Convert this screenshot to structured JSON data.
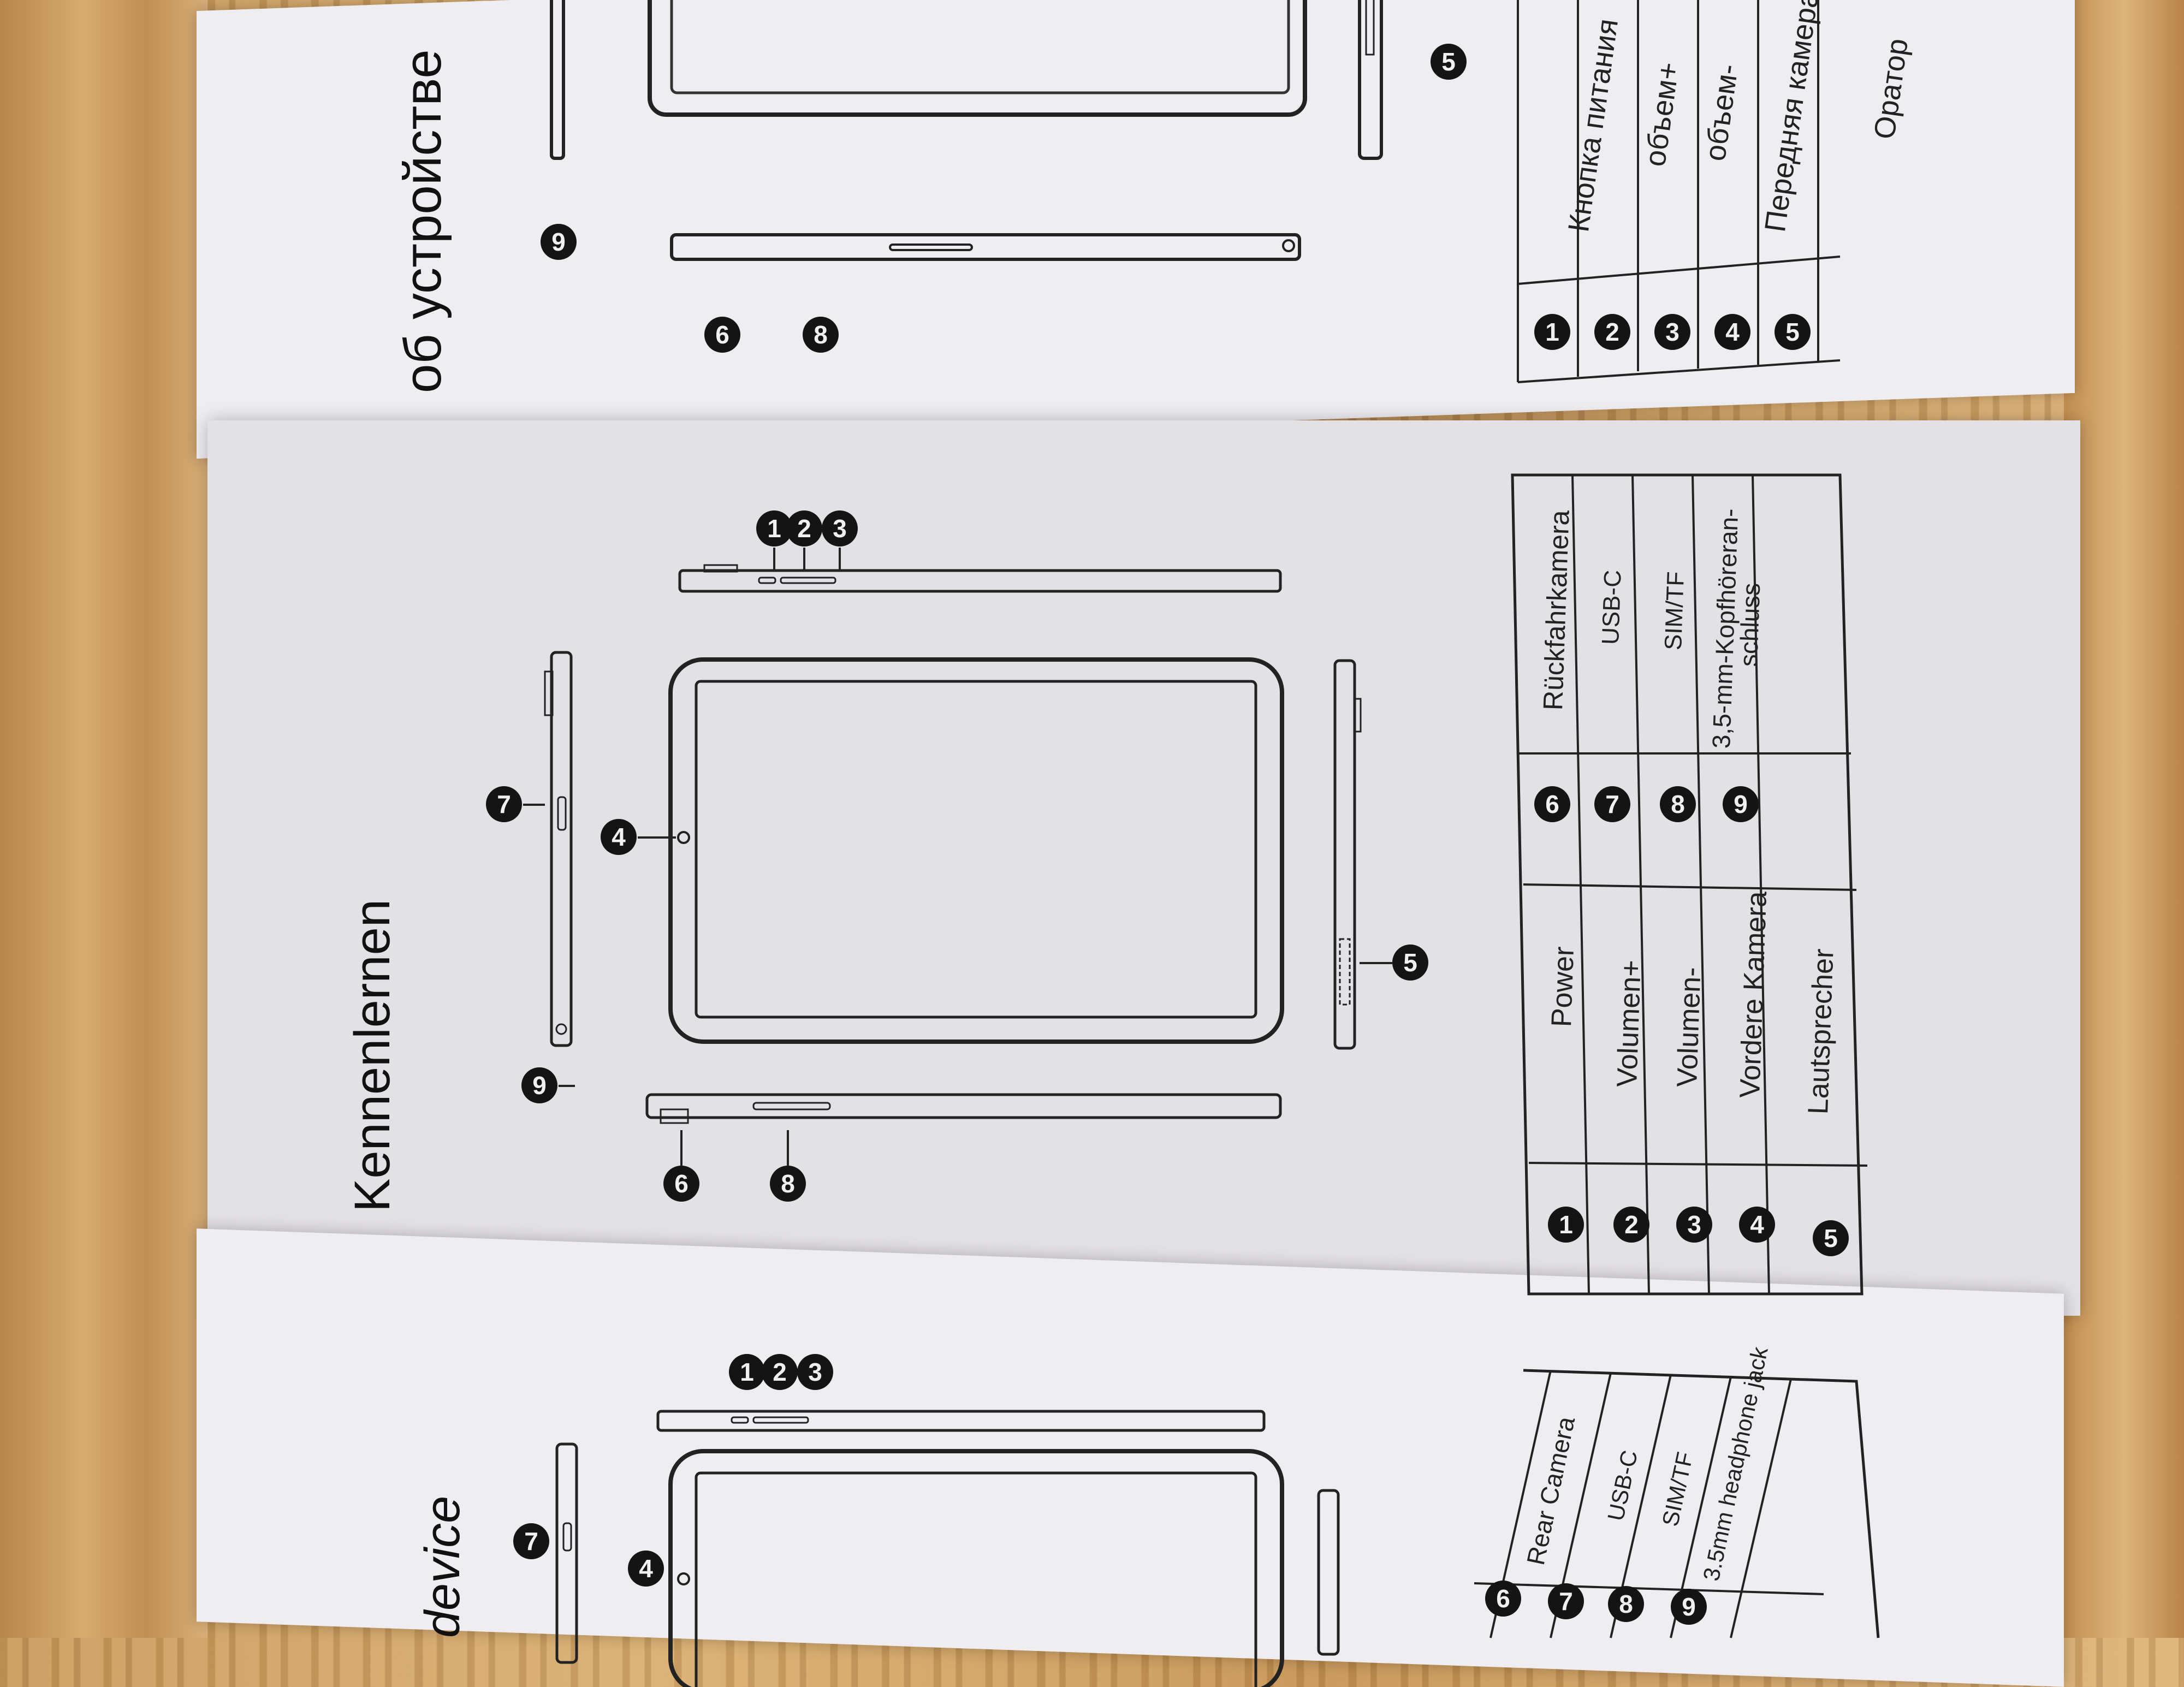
{
  "top_panel": {
    "title": "об устройстве",
    "table_rows": [
      {
        "num": "1",
        "label": "Кнопка питания"
      },
      {
        "num": "2",
        "label": "объем+"
      },
      {
        "num": "3",
        "label": "объем-"
      },
      {
        "num": "4",
        "label": "Передняя камера"
      },
      {
        "num": "5",
        "label": "Оратор"
      }
    ],
    "callouts": [
      "9",
      "6",
      "8",
      "5"
    ]
  },
  "middle_panel": {
    "title": "Kennenlernen",
    "callouts": {
      "c1": "1",
      "c2": "2",
      "c3": "3",
      "c4": "4",
      "c5": "5",
      "c6": "6",
      "c7": "7",
      "c8": "8",
      "c9": "9"
    },
    "table_left": [
      {
        "num": "1",
        "label": "Power"
      },
      {
        "num": "2",
        "label": "Volumen+"
      },
      {
        "num": "3",
        "label": "Volumen-"
      },
      {
        "num": "4",
        "label": "Vordere Kamera"
      },
      {
        "num": "5",
        "label": "Lautsprecher"
      }
    ],
    "table_right": [
      {
        "num": "6",
        "label": "Rückfahrkamera"
      },
      {
        "num": "7",
        "label": "USB-C"
      },
      {
        "num": "8",
        "label": "SIM/TF"
      },
      {
        "num": "9",
        "label": "3,5-mm-Kopfhöreran-",
        "label2": "schluss"
      }
    ]
  },
  "bottom_panel": {
    "title": "device",
    "callouts": {
      "c1": "1",
      "c2": "2",
      "c3": "3",
      "c4": "4",
      "c7": "7"
    },
    "table_rows": [
      {
        "num": "6",
        "label": "Rear Camera"
      },
      {
        "num": "7",
        "label": "USB-C"
      },
      {
        "num": "8",
        "label": "SIM/TF"
      },
      {
        "num": "9",
        "label": "3.5mm headphone jack"
      }
    ]
  }
}
